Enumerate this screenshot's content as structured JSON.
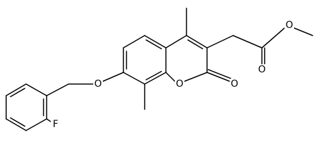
{
  "atoms": {
    "fluorine": "F",
    "ether_oxygen": "O",
    "ring_oxygen": "O",
    "lactone_carbonyl_oxygen": "O",
    "ester_carbonyl_oxygen": "O",
    "ester_oxygen": "O"
  },
  "colors": {
    "bond": "#000000",
    "background": "#ffffff"
  }
}
